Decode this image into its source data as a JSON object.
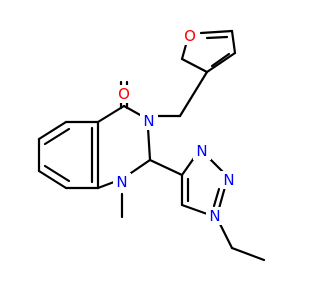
{
  "molecule": {
    "atoms": {
      "o_carbonyl": {
        "symbol": "O",
        "color": "#ff0000"
      },
      "o_furan": {
        "symbol": "O",
        "color": "#ff0000"
      },
      "n3": {
        "symbol": "N",
        "color": "#0000ff"
      },
      "n1": {
        "symbol": "N",
        "color": "#0000ff"
      },
      "n_t3": {
        "symbol": "N",
        "color": "#0000ff"
      },
      "n_t2": {
        "symbol": "N",
        "color": "#0000ff"
      },
      "n_t1": {
        "symbol": "N",
        "color": "#0000ff"
      }
    }
  }
}
